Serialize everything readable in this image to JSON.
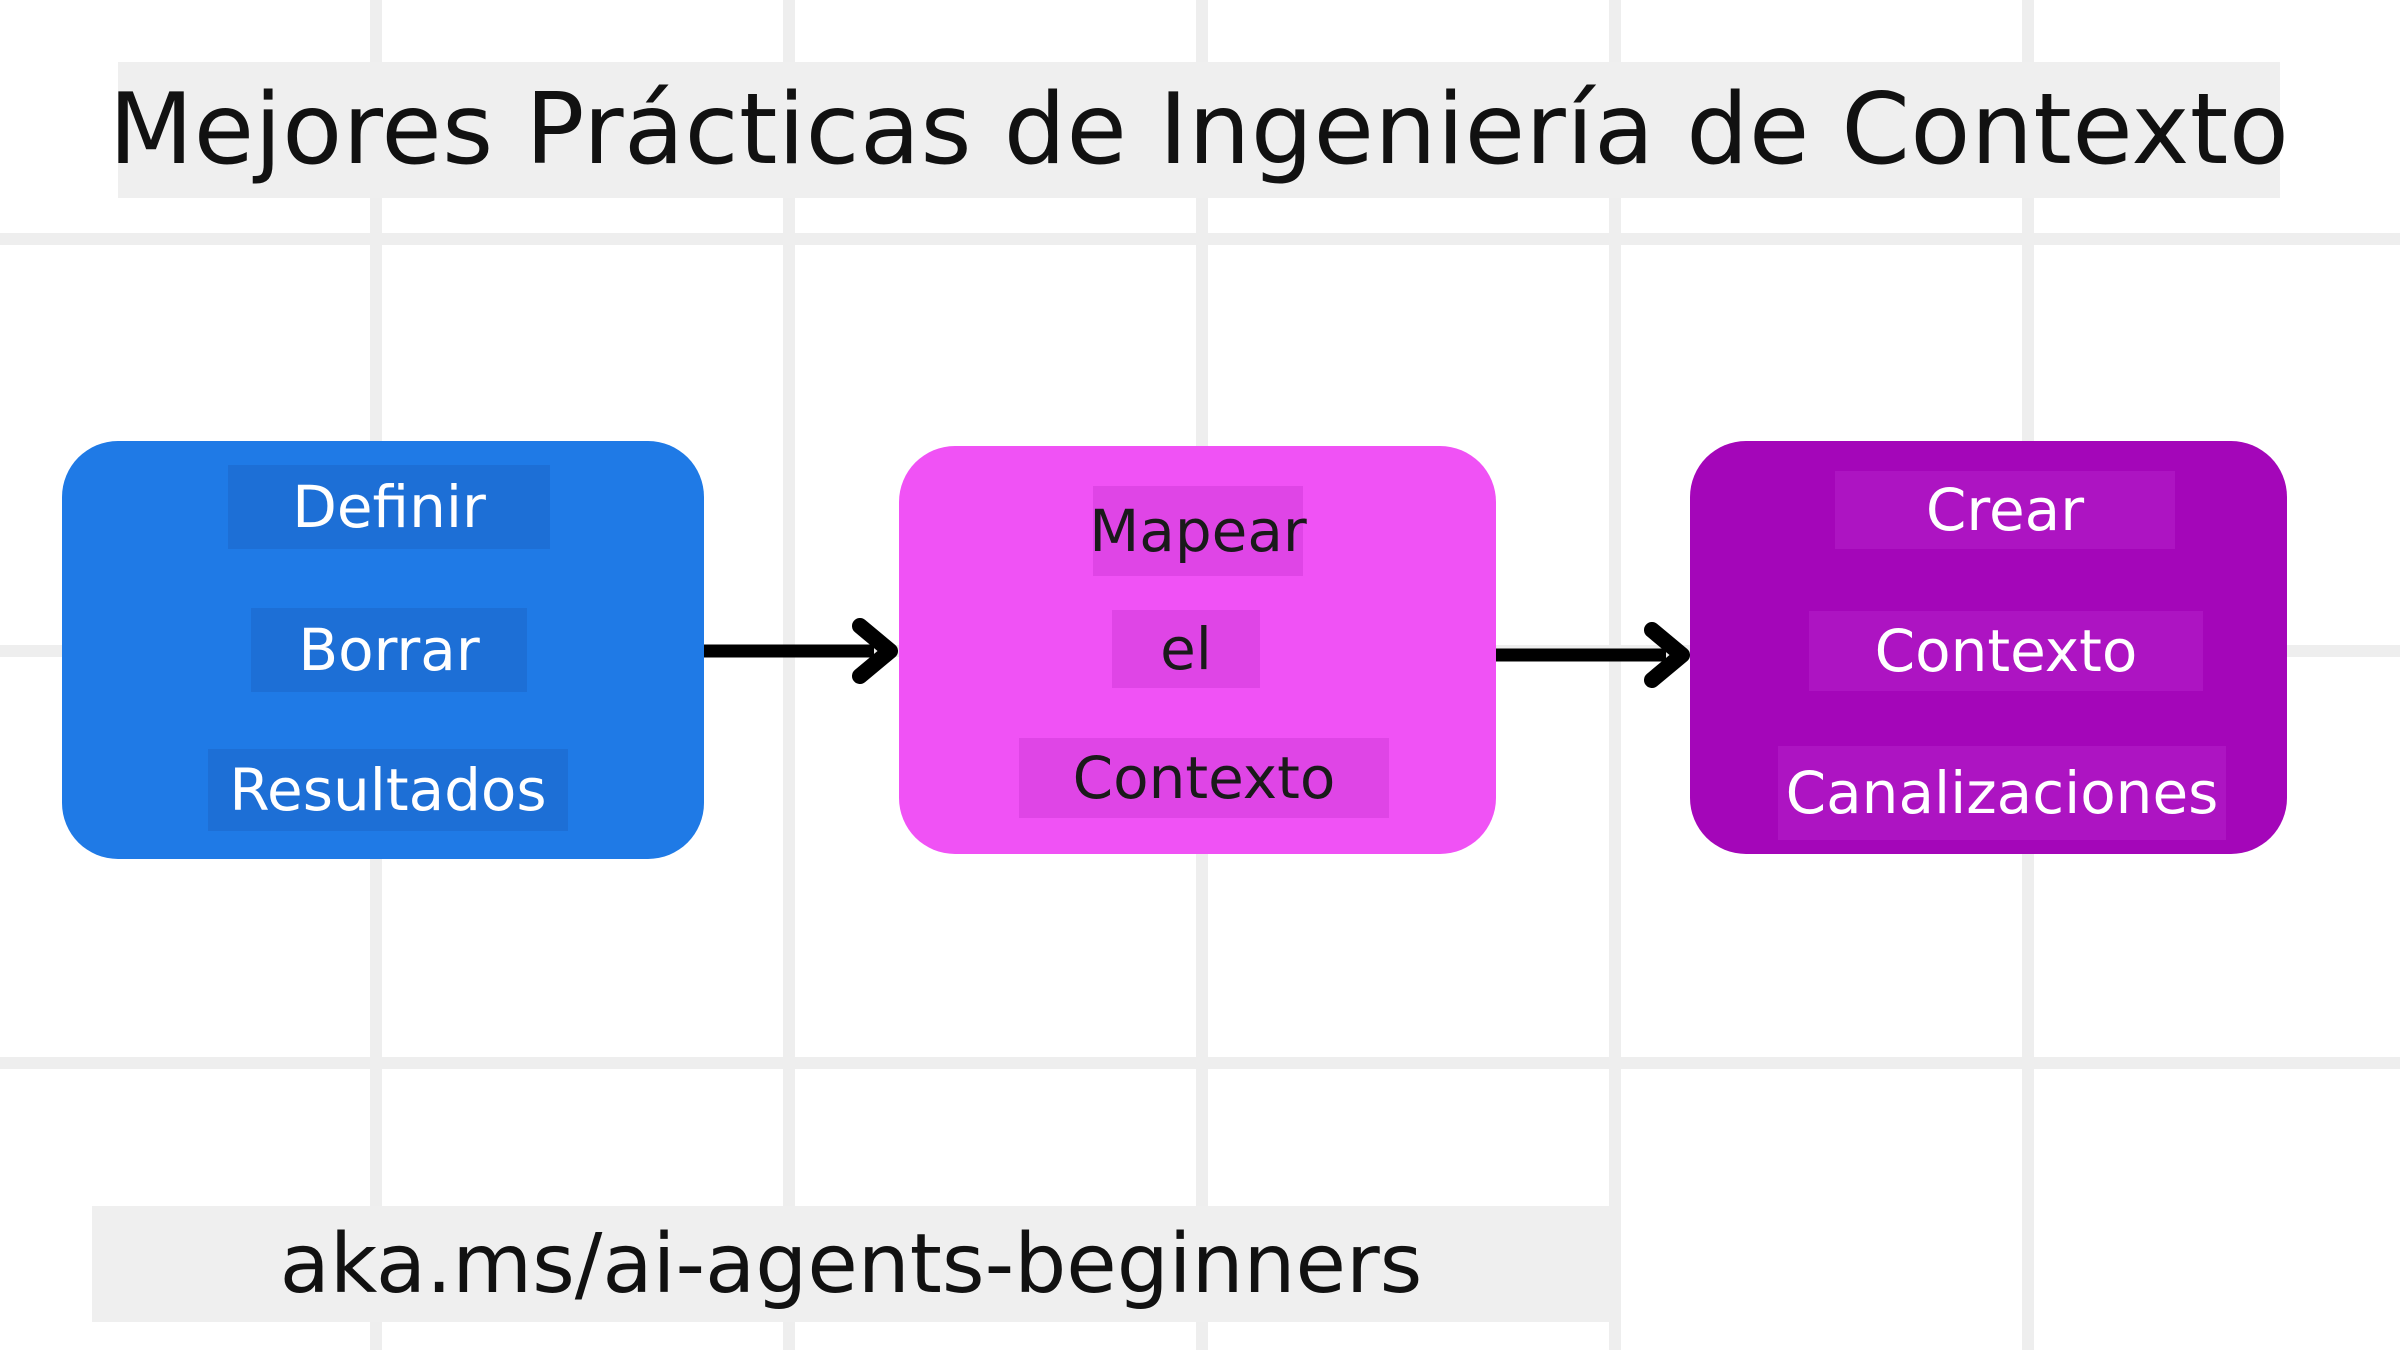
{
  "title": "Mejores Prácticas de Ingeniería de Contexto",
  "steps": [
    {
      "lines": [
        "Definir",
        "Borrar",
        "Resultados"
      ],
      "color": "#1f7ae6"
    },
    {
      "lines": [
        "Mapear",
        "el",
        "Contexto"
      ],
      "color": "#f052f5"
    },
    {
      "lines": [
        "Crear",
        "Contexto",
        "Canalizaciones"
      ],
      "color": "#a406b9"
    }
  ],
  "footer": {
    "url": "aka.ms/ai-agents-beginners"
  }
}
